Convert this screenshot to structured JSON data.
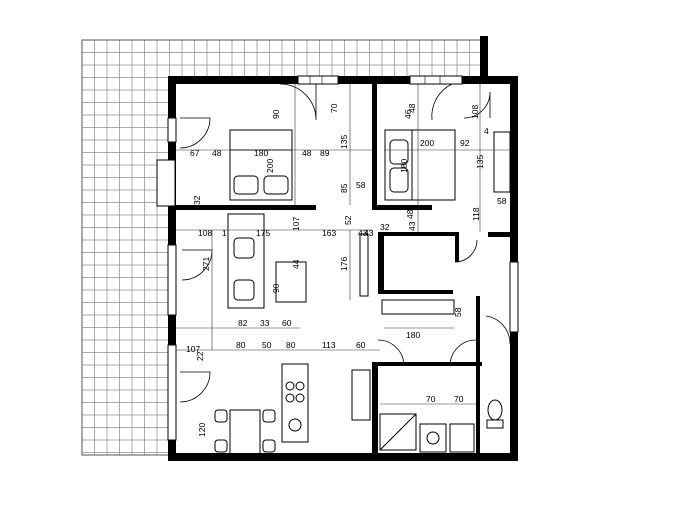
{
  "dimensions": [
    "90",
    "70",
    "46",
    "108",
    "67",
    "48",
    "180",
    "48",
    "89",
    "135",
    "200",
    "92",
    "135",
    "4",
    "200",
    "180",
    "85",
    "58",
    "48",
    "58",
    "52",
    "107",
    "32",
    "43",
    "32",
    "118",
    "48",
    "43",
    "108",
    "1",
    "175",
    "163",
    "43",
    "271",
    "44",
    "90",
    "176",
    "82",
    "33",
    "60",
    "58",
    "180",
    "107",
    "80",
    "50",
    "80",
    "113",
    "60",
    "22",
    "70",
    "70",
    "120"
  ],
  "colors": {
    "walls": "#000000",
    "grid": "#999999",
    "lines": "#333333",
    "background": "#ffffff"
  },
  "icons": [
    "bed-icon",
    "pillow-icon",
    "sofa-icon",
    "table-icon",
    "chair-icon",
    "stove-icon",
    "sink-icon",
    "toilet-icon",
    "shower-icon",
    "wardrobe-icon",
    "door-icon",
    "window-icon"
  ]
}
